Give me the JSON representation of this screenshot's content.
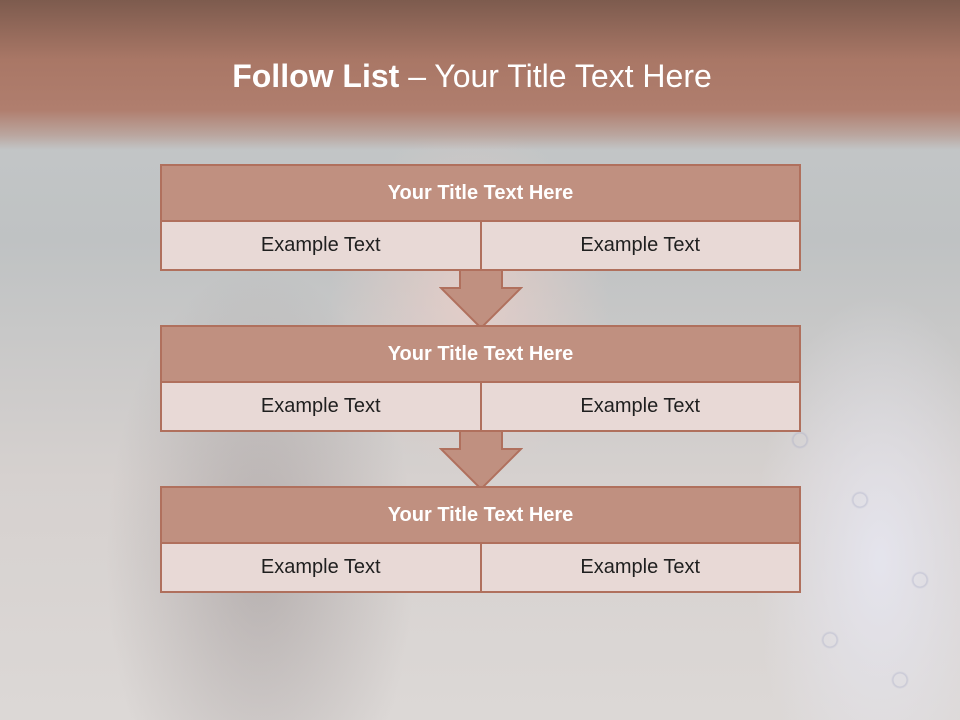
{
  "header": {
    "title_bold": "Follow List",
    "title_rest": " – Your Title Text Here"
  },
  "stages": [
    {
      "title": "Your Title Text Here",
      "left": "Example Text",
      "right": "Example Text"
    },
    {
      "title": "Your Title Text Here",
      "left": "Example Text",
      "right": "Example Text"
    },
    {
      "title": "Your Title Text Here",
      "left": "Example Text",
      "right": "Example Text"
    }
  ],
  "colors": {
    "accent": "#b0705d",
    "stage_title_bg": "#c09080",
    "cell_bg": "#e8d9d6",
    "header_bg": "#a97766"
  }
}
